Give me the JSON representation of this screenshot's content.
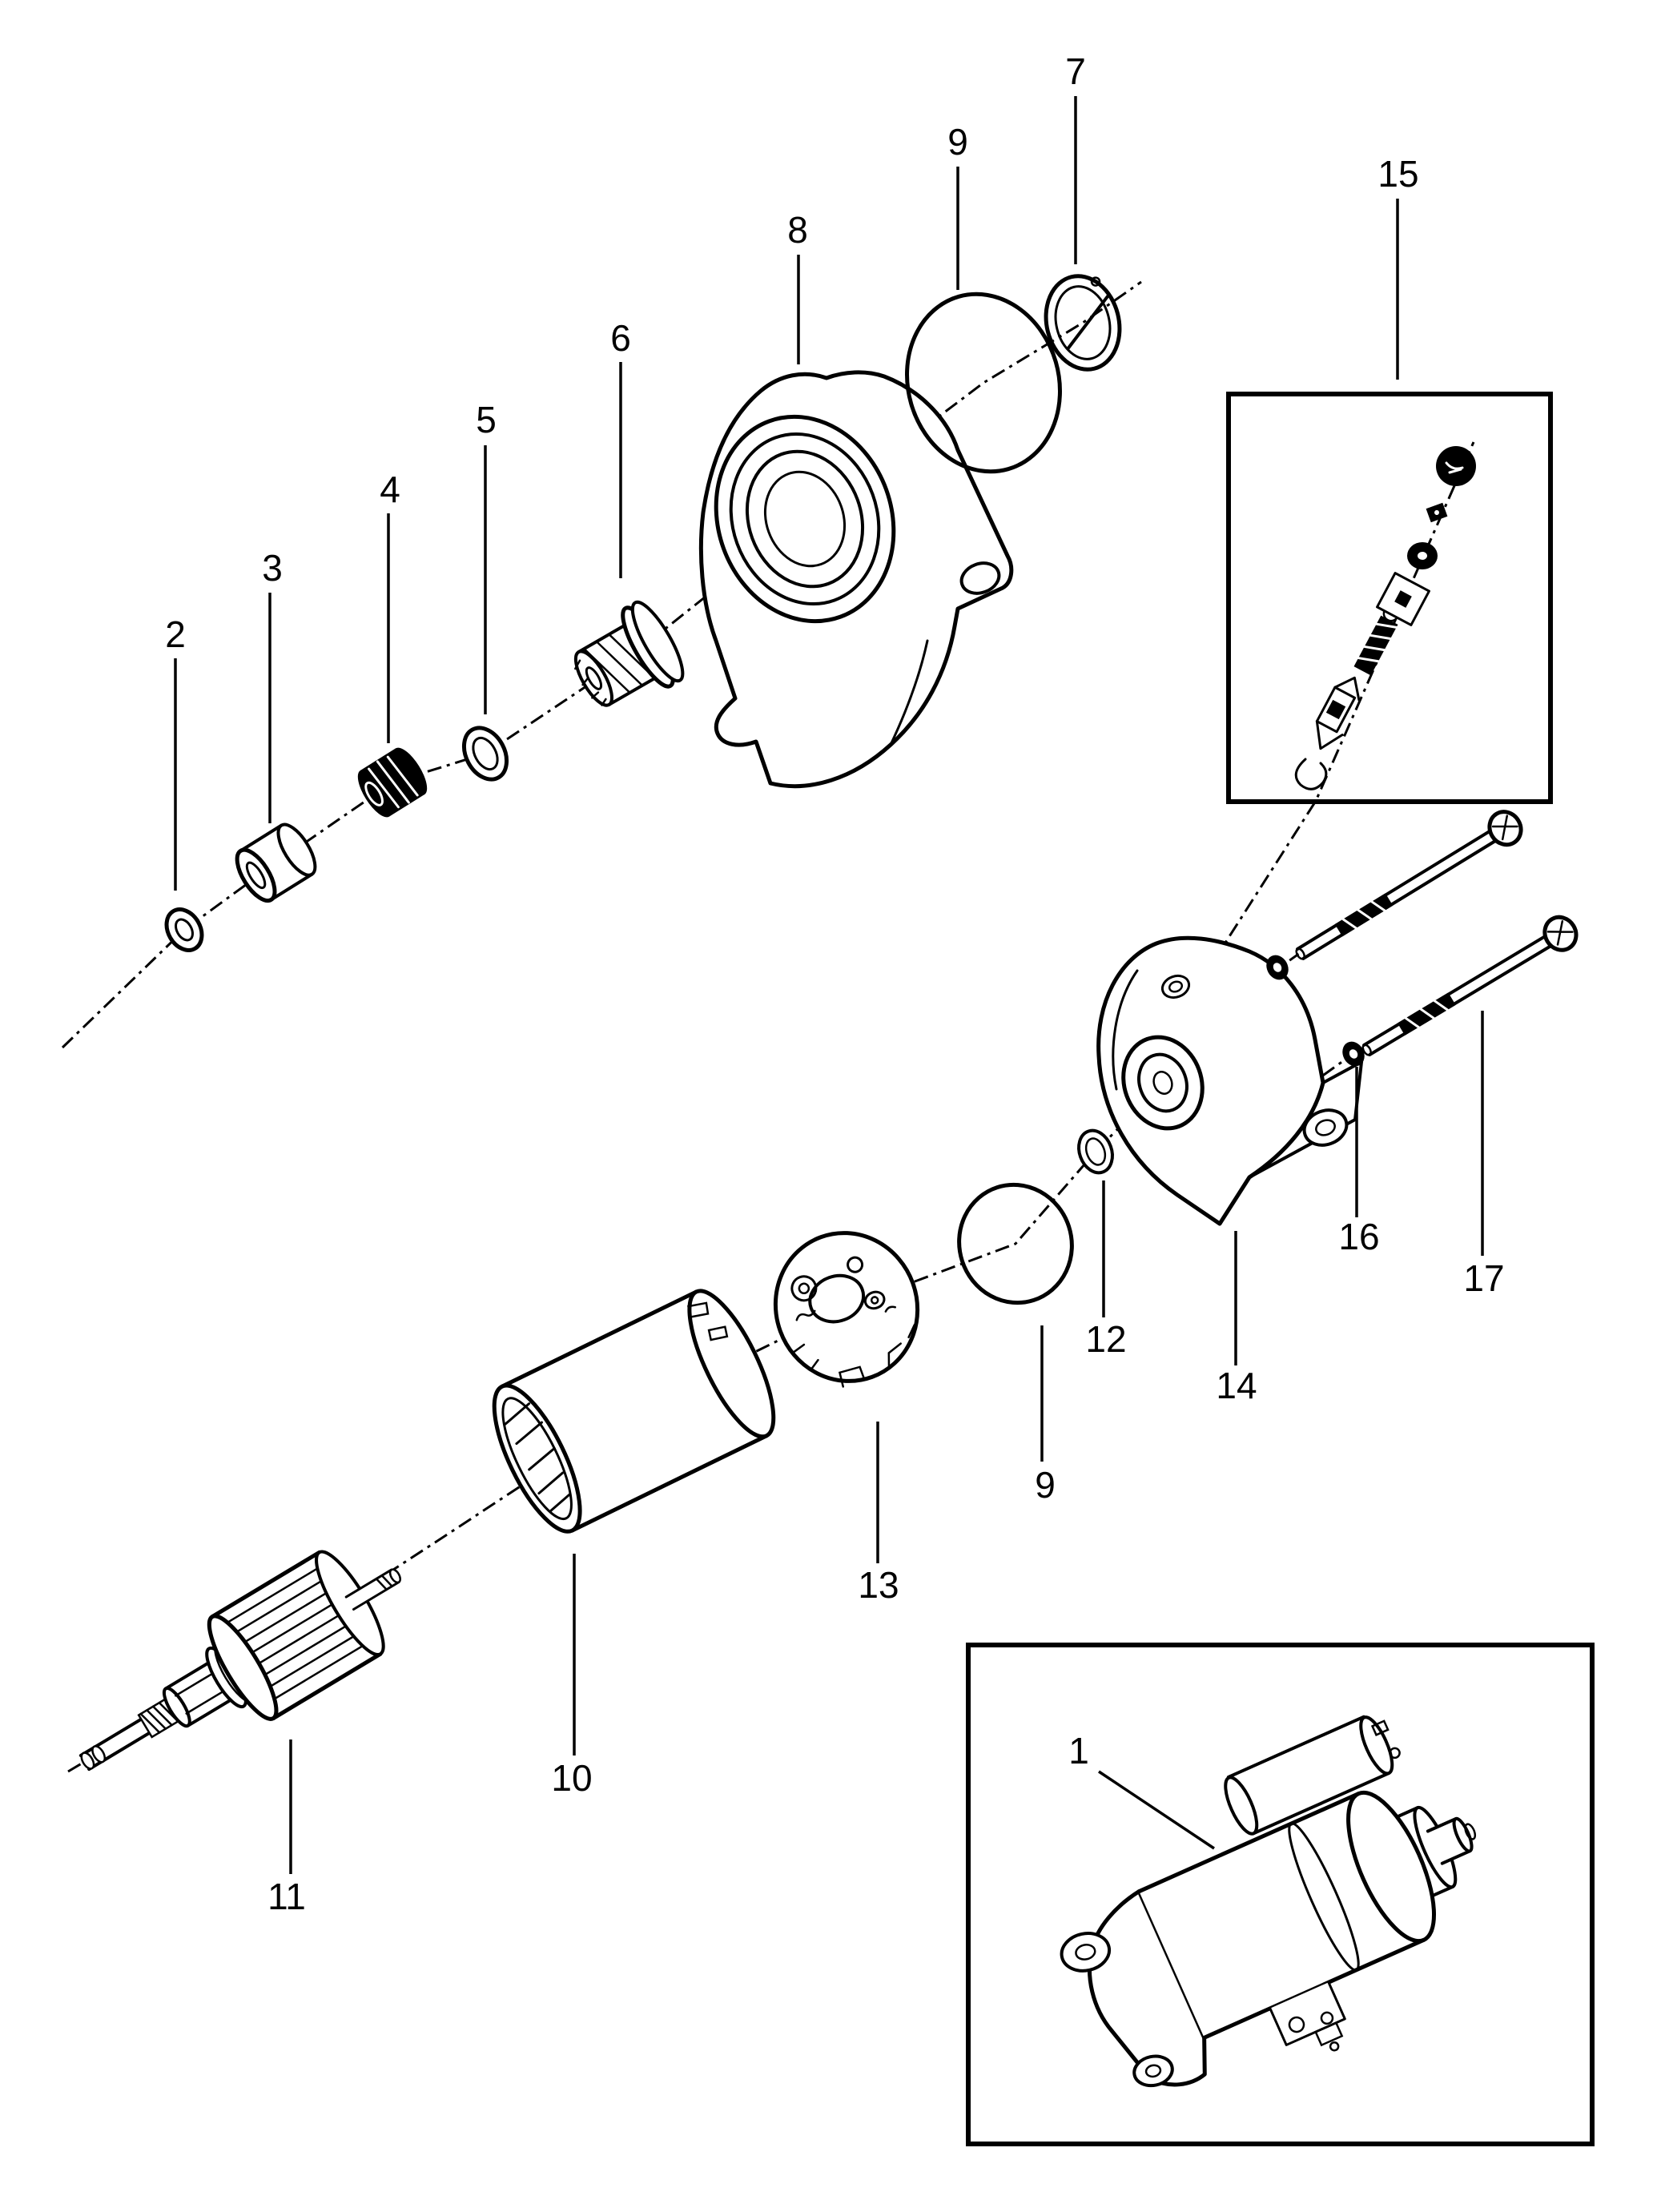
{
  "diagram": {
    "type": "exploded-parts-diagram",
    "subject": "starter motor assembly",
    "ink_color": "#000000",
    "background_color": "#ffffff",
    "callouts": {
      "full_assembly": "1",
      "stop_ring": "2",
      "stop_collar": "3",
      "pinion_stopper": "4",
      "pinion_washer": "5",
      "pinion_gear": "6",
      "snap_ring": "7",
      "drive_end_housing": "8",
      "o_ring_front": "9",
      "o_ring_rear": "9",
      "yoke": "10",
      "armature": "11",
      "seal_ring": "12",
      "brush_plate": "13",
      "end_frame": "14",
      "brush_holder_set": "15",
      "bolt_washer": "16",
      "through_bolt": "17"
    }
  }
}
